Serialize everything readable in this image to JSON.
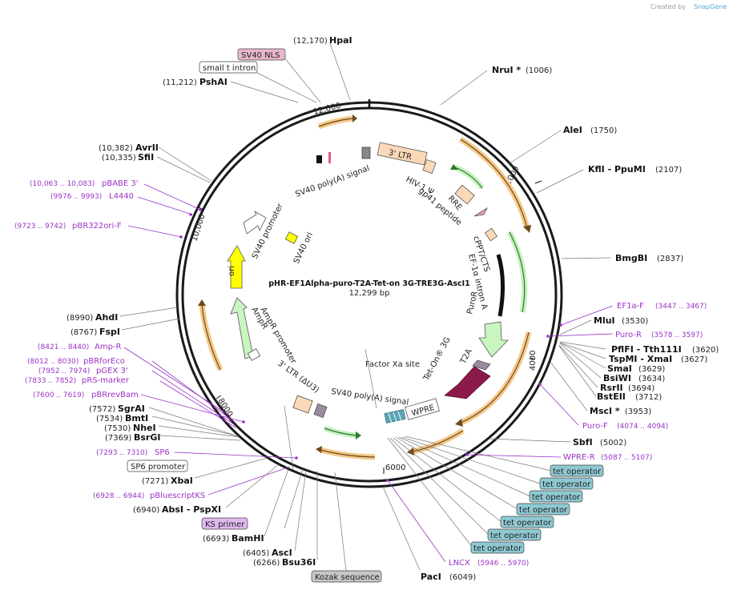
{
  "credit": {
    "prefix": "Created by",
    "brand": "SnapGene"
  },
  "plasmid": {
    "name": "pHR-EF1Alpha-puro-T2A-Tet-on 3G-TRE3G-AscI1",
    "length": "12,299 bp"
  },
  "ticks": [
    "12,000",
    "2000",
    "4000",
    "6000",
    "8000",
    "10,000"
  ],
  "enzymes": {
    "hpai": {
      "pos": "(12,170)",
      "name": "HpaI"
    },
    "nrui": {
      "name": "NruI *",
      "pos": "(1006)"
    },
    "alei": {
      "name": "AleI",
      "pos": "(1750)"
    },
    "kfli": {
      "name": "KflI  - PpuMI",
      "pos": "(2107)"
    },
    "bmgbi": {
      "name": "BmgBI",
      "pos": "(2837)"
    },
    "mlui": {
      "name": "MluI",
      "pos": "(3530)"
    },
    "pflfi": {
      "name": "PflFI  - Tth111I",
      "pos": "(3620)"
    },
    "tspmi": {
      "name": "TspMI  - XmaI",
      "pos": "(3627)"
    },
    "smai": {
      "name": "SmaI",
      "pos": "(3629)"
    },
    "bsiwi": {
      "name": "BsiWI",
      "pos": "(3634)"
    },
    "rsrii": {
      "name": "RsrII",
      "pos": "(3694)"
    },
    "bsteii": {
      "name": "BstEII",
      "pos": "(3712)"
    },
    "msci": {
      "name": "MscI *",
      "pos": "(3953)"
    },
    "sbfi": {
      "name": "SbfI",
      "pos": "(5002)"
    },
    "paci": {
      "name": "PacI",
      "pos": "(6049)"
    },
    "bsu36i": {
      "pos": "(6266)",
      "name": "Bsu36I"
    },
    "asci": {
      "pos": "(6405)",
      "name": "AscI"
    },
    "bamhi": {
      "pos": "(6693)",
      "name": "BamHI"
    },
    "absi": {
      "pos": "(6940)",
      "name": "AbsI  - PspXI"
    },
    "xbai": {
      "pos": "(7271)",
      "name": "XbaI"
    },
    "bsrgi": {
      "pos": "(7369)",
      "name": "BsrGI"
    },
    "nhei": {
      "pos": "(7530)",
      "name": "NheI"
    },
    "bmti": {
      "pos": "(7534)",
      "name": "BmtI"
    },
    "sgrai": {
      "pos": "(7572)",
      "name": "SgrAI"
    },
    "fspi": {
      "pos": "(8767)",
      "name": "FspI"
    },
    "ahdi": {
      "pos": "(8990)",
      "name": "AhdI"
    },
    "sfii": {
      "pos": "(10,335)",
      "name": "SfiI"
    },
    "avrii": {
      "pos": "(10,382)",
      "name": "AvrII"
    },
    "pshai": {
      "pos": "(11,212)",
      "name": "PshAI"
    }
  },
  "primers": {
    "pbabe3": {
      "pos": "(10,063 .. 10,083)",
      "name": "pBABE 3'"
    },
    "l4440": {
      "pos": "(9976 .. 9993)",
      "name": "L4440"
    },
    "pbr322ori": {
      "pos": "(9723 .. 9742)",
      "name": "pBR322ori-F"
    },
    "ef1af": {
      "name": "EF1a-F",
      "pos": "(3447 .. 3467)"
    },
    "puror": {
      "name": "Puro-R",
      "pos": "(3578 .. 3597)"
    },
    "purof": {
      "name": "Puro-F",
      "pos": "(4074 .. 4094)"
    },
    "wprer": {
      "name": "WPRE-R",
      "pos": "(5087 .. 5107)"
    },
    "lncx": {
      "name": "LNCX",
      "pos": "(5946 .. 5970)"
    },
    "ampr": {
      "pos": "(8421 .. 8440)",
      "name": "Amp-R"
    },
    "pbrforeco": {
      "pos": "(8012 .. 8030)",
      "name": "pBRforEco"
    },
    "pgex3": {
      "pos": "(7952 .. 7974)",
      "name": "pGEX 3'"
    },
    "prsmarker": {
      "pos": "(7833 .. 7852)",
      "name": "pRS-marker"
    },
    "pbrrevbam": {
      "pos": "(7600 .. 7619)",
      "name": "pBRrevBam"
    },
    "sp6": {
      "pos": "(7293 .. 7310)",
      "name": "SP6"
    },
    "pbluescriptks": {
      "pos": "(6928 .. 6944)",
      "name": "pBluescriptKS"
    }
  },
  "boxes": {
    "sv40nls": "SV40 NLS",
    "smallt": "small t intron",
    "sp6promoter": "SP6 promoter",
    "ksprimer": "KS primer",
    "kozak": "Kozak sequence",
    "tetop": [
      "tet operator",
      "tet operator",
      "tet operator",
      "tet operator",
      "tet operator",
      "tet operator",
      "tet operator"
    ]
  },
  "features": {
    "ltr3": "3' LTR",
    "hiv1psi": "HIV-1 Ψ",
    "rre": "RRE",
    "gp41": "gp41 peptide",
    "cppt": "cPPT/CTS",
    "ef1a": "EF-1α intron A",
    "puror": "PuroR",
    "t2a": "T2A",
    "teton": "Tet-On® 3G",
    "factorxa": "Factor Xa site",
    "wpre": "WPRE",
    "sv40polyA_bottom": "SV40 poly(A) signal",
    "ltr3au3": "3' LTR (ΔU3)",
    "amprpromoter": "AmpR promoter",
    "ampr": "AmpR",
    "ori": "ori",
    "sv40promoter": "SV40 promoter",
    "sv40ori": "SV40 ori",
    "sv40polyA_top": "SV40 poly(A) signal"
  },
  "colors": {
    "orange_arrow": "#f5c98a",
    "green_arrow": "#c8f0c0",
    "ltr_peach": "#fbd9b8",
    "ori_yellow": "#ffff00",
    "puro_green": "#c8f5c0",
    "teton_maroon": "#8b1a4a",
    "primer_purple": "#9b33c8",
    "tet_op_teal": "#8ec9d2",
    "nls_pink": "#e7b7cc",
    "ks_violet": "#e0b8f0",
    "kozak_gray": "#c6c6c6"
  }
}
